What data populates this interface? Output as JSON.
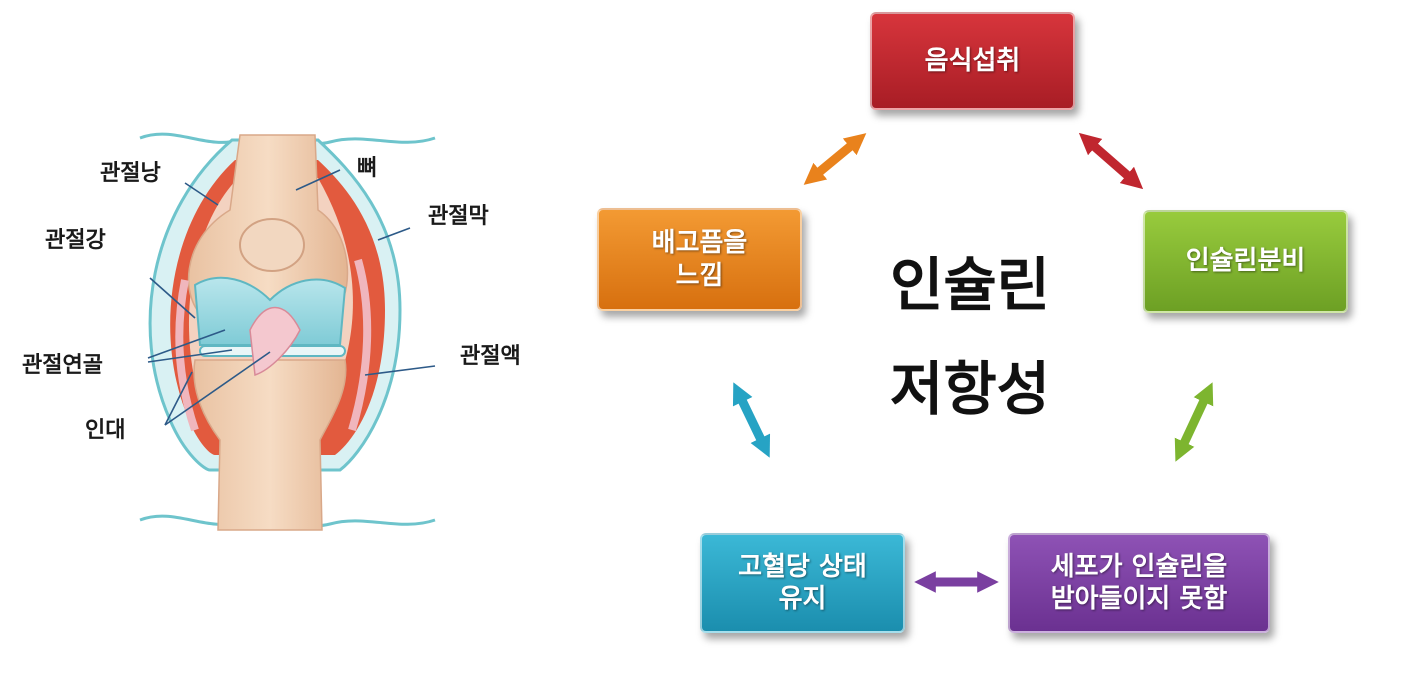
{
  "anatomy": {
    "labels": {
      "capsule": "관절낭",
      "bone": "뼈",
      "cavity": "관절강",
      "membrane": "관절막",
      "cartilage": "관절연골",
      "fluid": "관절액",
      "ligament": "인대"
    }
  },
  "cycle": {
    "center_line1": "인슐린",
    "center_line2": "저항성",
    "nodes": {
      "food": {
        "label": "음식섭취",
        "color": "#c0262f"
      },
      "insulin": {
        "label": "인슐린분비",
        "color": "#7db52f"
      },
      "cells": {
        "label": "세포가 인슐린을\n받아들이지 못함",
        "color": "#7a3fa0"
      },
      "glucose": {
        "label": "고혈당 상태\n유지",
        "color": "#26a3c4"
      },
      "hunger": {
        "label": "배고픔을\n느낌",
        "color": "#e9821c"
      }
    },
    "arrow_colors": {
      "food_insulin": "#c0262f",
      "insulin_cells": "#7db52f",
      "cells_glucose": "#7a3fa0",
      "glucose_hunger": "#26a3c4",
      "hunger_food": "#e9821c"
    }
  }
}
